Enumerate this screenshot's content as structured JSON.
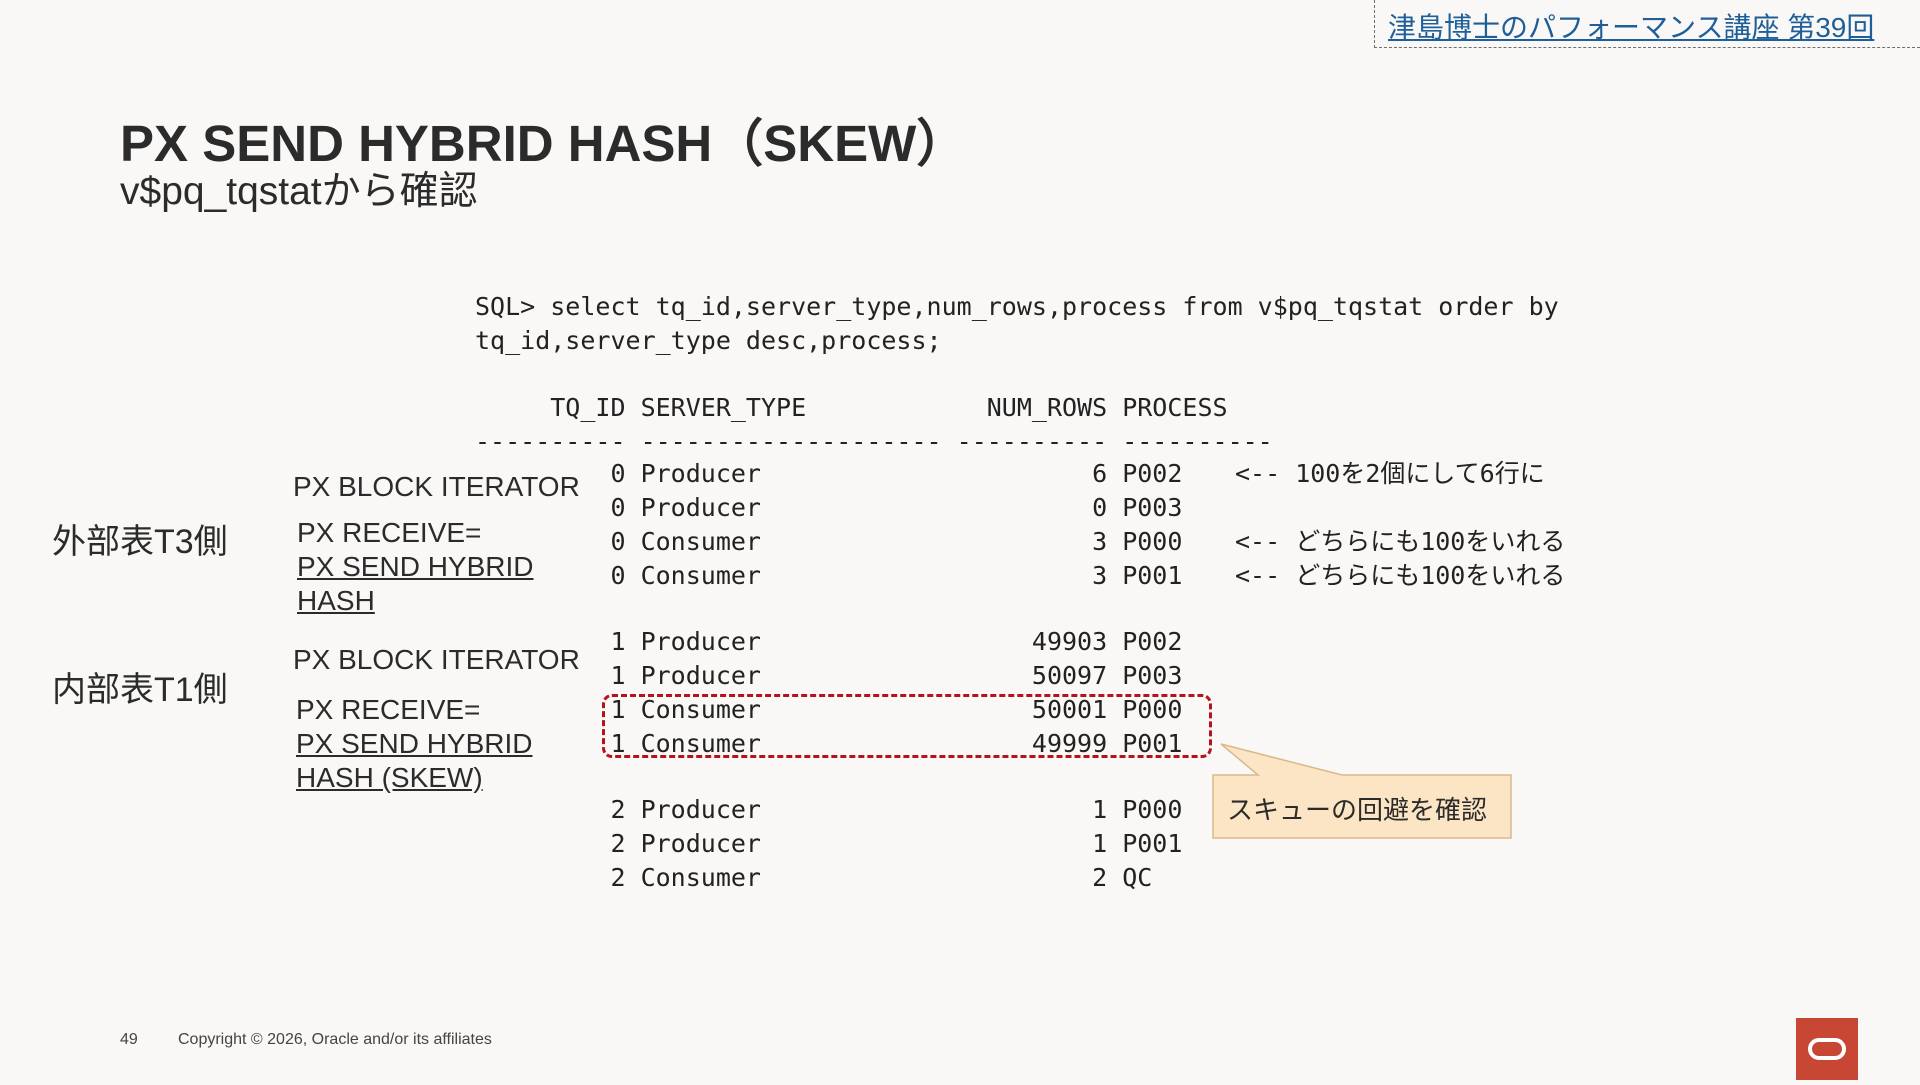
{
  "header_link": "津島博士のパフォーマンス講座 第39回",
  "title": "PX SEND HYBRID HASH（SKEW）",
  "subtitle": "v$pq_tqstatから確認",
  "sql": {
    "line1": "SQL> select tq_id,server_type,num_rows,process from v$pq_tqstat order by",
    "line2": "tq_id,server_type desc,process;"
  },
  "table": {
    "header": "     TQ_ID SERVER_TYPE            NUM_ROWS PROCESS",
    "divider": "---------- -------------------- ---------- ----------",
    "rows": [
      "         0 Producer                      6 P002",
      "         0 Producer                      0 P003",
      "         0 Consumer                      3 P000",
      "         0 Consumer                      3 P001",
      "         1 Producer                  49903 P002",
      "         1 Producer                  50097 P003",
      "         1 Consumer                  50001 P000",
      "         1 Consumer                  49999 P001",
      "         2 Producer                      1 P000",
      "         2 Producer                      1 P001",
      "         2 Consumer                      2 QC"
    ]
  },
  "notes": {
    "n1": "<-- 100を2個にして6行に",
    "n2": "<-- どちらにも100をいれる",
    "n3": "<-- どちらにも100をいれる"
  },
  "sides": {
    "outer": "外部表T3側",
    "inner": "内部表T1側"
  },
  "ops": {
    "outer_iter": "PX BLOCK ITERATOR",
    "outer_recv": "PX RECEIVE=",
    "outer_send1": "PX SEND HYBRID",
    "outer_send2": "HASH",
    "inner_iter": "PX BLOCK ITERATOR",
    "inner_recv": "PX RECEIVE=",
    "inner_send1": "PX SEND HYBRID",
    "inner_send2": "HASH (SKEW)"
  },
  "callout": "スキューの回避を確認",
  "footer": {
    "page": "49",
    "copyright": "Copyright © 2026, Oracle and/or its affiliates"
  },
  "colors": {
    "accent_red": "#b5121b",
    "callout_fill": "#fbe5c4",
    "oracle_red": "#c74634",
    "link_blue": "#1f5f99"
  }
}
